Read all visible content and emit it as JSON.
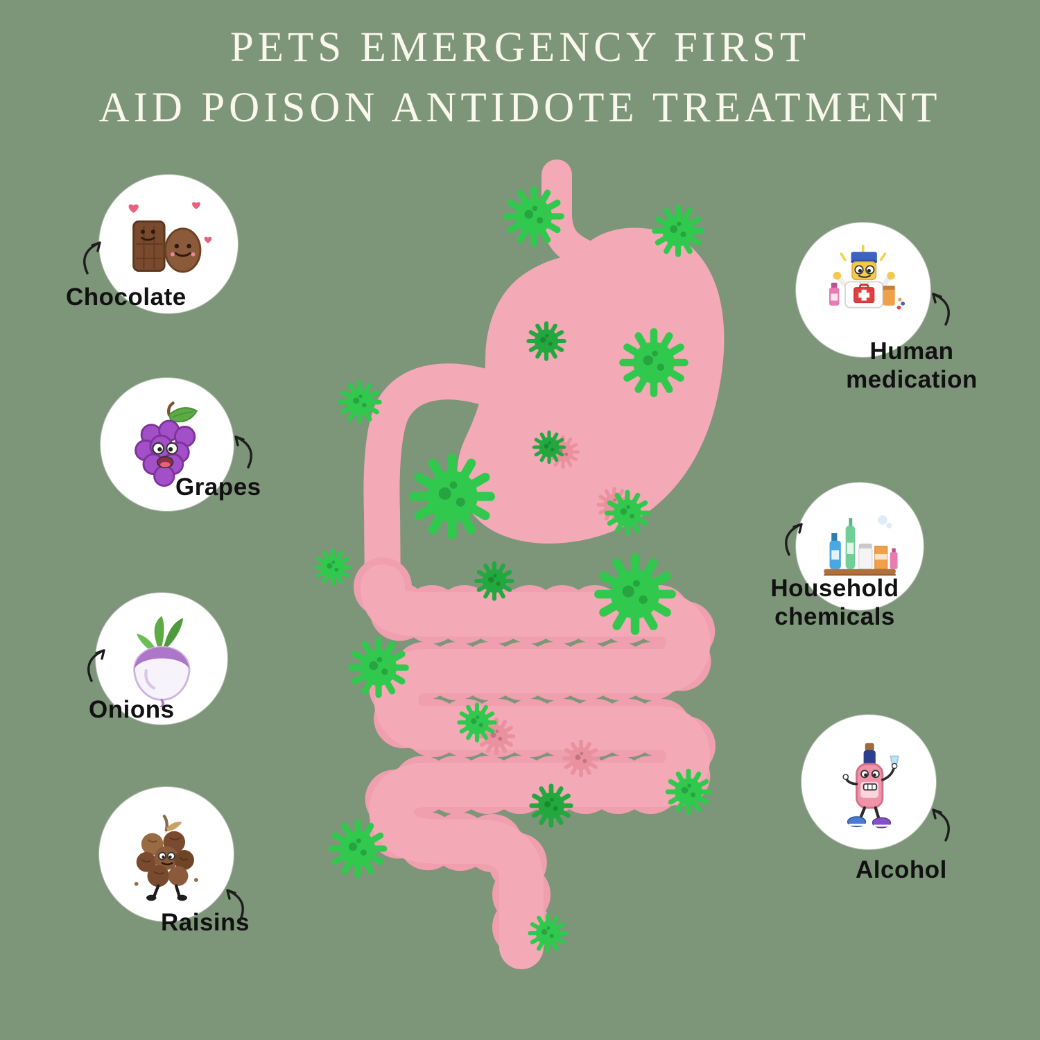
{
  "title": {
    "line1": "PETS EMERGENCY FIRST",
    "line2": "AID POISON ANTIDOTE TREATMENT"
  },
  "hazards": {
    "chocolate": {
      "label": "Chocolate"
    },
    "grapes": {
      "label": "Grapes"
    },
    "onions": {
      "label": "Onions"
    },
    "raisins": {
      "label": "Raisins"
    },
    "human_medication": {
      "label": "Human medication"
    },
    "household_chemicals": {
      "label": "Household chemicals"
    },
    "alcohol": {
      "label": "Alcohol"
    }
  },
  "colors": {
    "background": "#7d9579",
    "title_text": "#faf8ec",
    "label_text": "#111111",
    "circle_background": "#ffffff",
    "digestive_tract_pink": "#f4a9b6",
    "virus_green": "#30c94e",
    "virus_green_dark": "#22a83e",
    "virus_pink_shadow": "#e9919f"
  }
}
